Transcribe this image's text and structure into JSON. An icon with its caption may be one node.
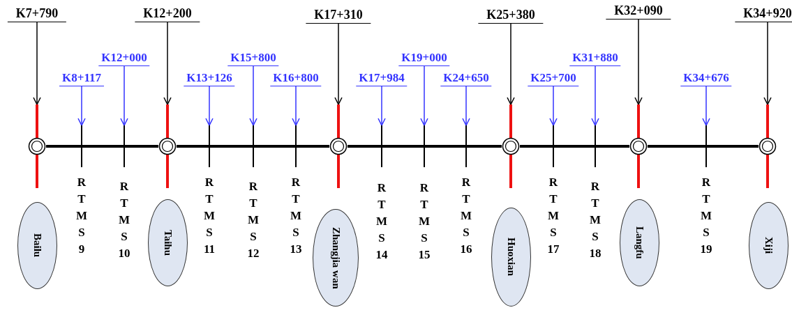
{
  "diagram": {
    "nodes": [
      {
        "text": [
          "K7+790"
        ]
      },
      {
        "text": [],
        "shape": "circle"
      },
      {
        "text": [
          "Bailu"
        ]
      },
      {
        "text": [
          "K8+117"
        ]
      },
      {
        "text": [],
        "shape": "bar",
        "beside": [
          "R T M S 9"
        ]
      },
      {
        "text": [
          "K12+000"
        ]
      },
      {
        "text": [],
        "shape": "bar",
        "beside": [
          "R T M S 10"
        ]
      },
      {
        "text": [
          "K12+200"
        ]
      },
      {
        "text": [],
        "shape": "circle"
      },
      {
        "text": [
          "Taihu"
        ]
      },
      {
        "text": [
          "K13+126"
        ]
      },
      {
        "text": [],
        "shape": "bar",
        "beside": [
          "R T M S 11"
        ]
      },
      {
        "text": [
          "K15+800"
        ]
      },
      {
        "text": [],
        "shape": "bar",
        "beside": [
          "R T M S 12"
        ]
      },
      {
        "text": [
          "K16+800"
        ]
      },
      {
        "text": [],
        "shape": "bar",
        "beside": [
          "R T M S 13"
        ]
      },
      {
        "text": [
          "K17+310"
        ]
      },
      {
        "text": [],
        "shape": "circle"
      },
      {
        "text": [
          "Zhangjia wan"
        ]
      },
      {
        "text": [
          "K17+984"
        ]
      },
      {
        "text": [],
        "shape": "bar",
        "beside": [
          "R T M S 14"
        ]
      },
      {
        "text": [
          "K19+000"
        ]
      },
      {
        "text": [],
        "shape": "bar",
        "beside": [
          "R T M S 15"
        ]
      },
      {
        "text": [
          "K24+650"
        ]
      },
      {
        "text": [],
        "shape": "bar",
        "beside": [
          "R T M S 16"
        ]
      },
      {
        "text": [
          "K25+380"
        ]
      },
      {
        "text": [],
        "shape": "circle"
      },
      {
        "text": [
          "Huoxian"
        ]
      },
      {
        "text": [
          "K25+700"
        ]
      },
      {
        "text": [],
        "shape": "bar",
        "beside": [
          "R T M S 17"
        ]
      },
      {
        "text": [
          "K31+880"
        ]
      },
      {
        "text": [],
        "shape": "bar",
        "beside": [
          "R T M S 18"
        ]
      },
      {
        "text": [
          "K32+090"
        ]
      },
      {
        "text": [],
        "shape": "circle"
      },
      {
        "text": [
          "Langfu"
        ]
      },
      {
        "text": [
          "K34+676"
        ]
      },
      {
        "text": [],
        "shape": "bar",
        "beside": [
          "R T M S 19"
        ]
      },
      {
        "text": [
          "K34+920"
        ]
      },
      {
        "text": [],
        "shape": "circle"
      },
      {
        "text": [
          "Xiji"
        ]
      }
    ],
    "edges": [
      {
        "from": 0,
        "to": 1,
        "arrow": "to"
      },
      {
        "from": 3,
        "to": 4,
        "arrow": "to",
        "color": "#3333ff"
      },
      {
        "from": 5,
        "to": 6,
        "arrow": "to",
        "color": "#3333ff"
      },
      {
        "from": 7,
        "to": 8,
        "arrow": "to"
      },
      {
        "from": 10,
        "to": 11,
        "arrow": "to",
        "color": "#3333ff"
      },
      {
        "from": 12,
        "to": 13,
        "arrow": "to",
        "color": "#3333ff"
      },
      {
        "from": 14,
        "to": 15,
        "arrow": "to",
        "color": "#3333ff"
      },
      {
        "from": 16,
        "to": 17,
        "arrow": "to"
      },
      {
        "from": 19,
        "to": 20,
        "arrow": "to",
        "color": "#3333ff"
      },
      {
        "from": 21,
        "to": 22,
        "arrow": "to",
        "color": "#3333ff"
      },
      {
        "from": 23,
        "to": 24,
        "arrow": "to",
        "color": "#3333ff"
      },
      {
        "from": 25,
        "to": 26,
        "arrow": "to"
      },
      {
        "from": 28,
        "to": 29,
        "arrow": "to",
        "color": "#3333ff"
      },
      {
        "from": 30,
        "to": 31,
        "arrow": "to",
        "color": "#3333ff"
      },
      {
        "from": 32,
        "to": 33,
        "arrow": "to"
      },
      {
        "from": 35,
        "to": 36,
        "arrow": "to",
        "color": "#3333ff"
      },
      {
        "from": 37,
        "to": 38,
        "arrow": "to"
      },
      {
        "from": 1,
        "to": 8,
        "arrow": "none",
        "style": "thick"
      },
      {
        "from": 8,
        "to": 17,
        "arrow": "none",
        "style": "thick"
      },
      {
        "from": 17,
        "to": 26,
        "arrow": "none",
        "style": "thick"
      },
      {
        "from": 26,
        "to": 33,
        "arrow": "none",
        "style": "thick"
      },
      {
        "from": 33,
        "to": 38,
        "arrow": "none",
        "style": "thick"
      }
    ]
  }
}
